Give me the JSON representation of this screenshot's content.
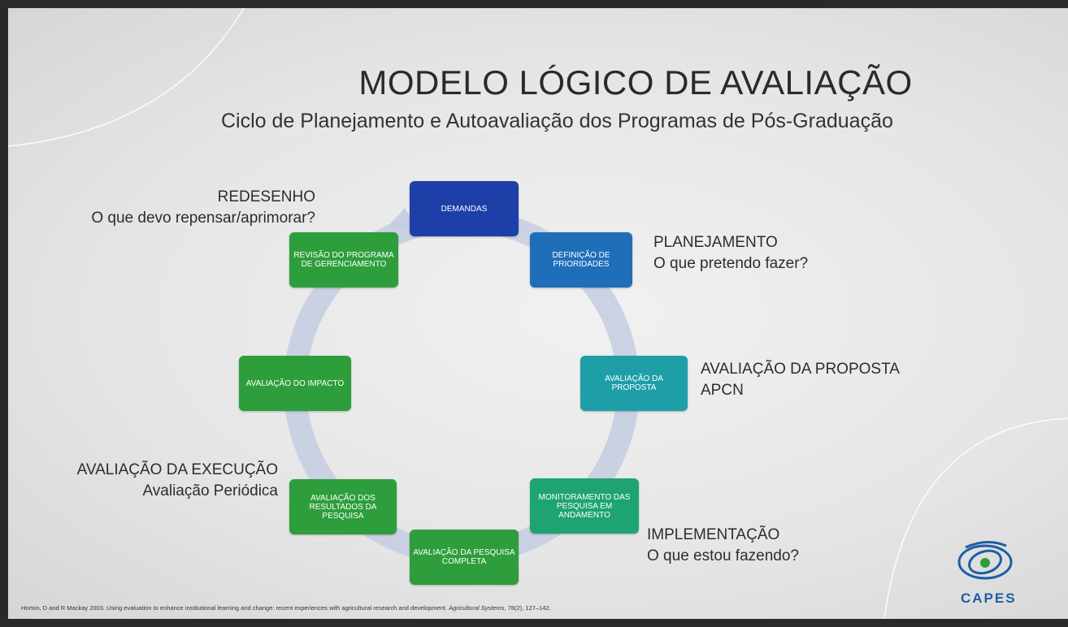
{
  "title": "MODELO LÓGICO DE AVALIAÇÃO",
  "subtitle": "Ciclo de Planejamento e Autoavaliação dos Programas de Pós-Graduação",
  "colors": {
    "demandas": "#1f3fa8",
    "definicao": "#1f6fb8",
    "avaliacao_proposta": "#1e9fa8",
    "monitoramento": "#1ea472",
    "green": "#2e9e3c",
    "arrow": "#c4cde2",
    "logo": "#1d5fa3"
  },
  "cycle_boxes": {
    "demandas": "DEMANDAS",
    "definicao": "DEFINIÇÃO DE PRIORIDADES",
    "avaliacao_proposta": "AVALIAÇÃO DA PROPOSTA",
    "monitoramento": "MONITORAMENTO DAS PESQUISA EM ANDAMENTO",
    "pesquisa_completa": "AVALIAÇÃO DA PESQUISA COMPLETA",
    "resultados": "AVALIAÇÃO DOS RESULTADOS DA PESQUISA",
    "impacto": "AVALIAÇÃO DO IMPACTO",
    "revisao": "REVISÃO DO PROGRAMA DE GERENCIAMENTO"
  },
  "phases": {
    "redesenho": {
      "title": "REDESENHO",
      "question": "O que devo repensar/aprimorar?"
    },
    "planejamento": {
      "title": "PLANEJAMENTO",
      "question": "O que pretendo fazer?"
    },
    "avaliacao_proposta": {
      "title": "AVALIAÇÃO DA PROPOSTA",
      "question": "APCN"
    },
    "avaliacao_execucao": {
      "title": "AVALIAÇÃO DA EXECUÇÃO",
      "question": "Avaliação Periódica"
    },
    "implementacao": {
      "title": "IMPLEMENTAÇÃO",
      "question": "O que estou fazendo?"
    }
  },
  "reference": {
    "text": "Horton, D and R Mackay 2003. Using evaluation to enhance institutional learning and change: recent experiences with agricultural research and development.",
    "journal": "Agricultural Systems,",
    "pages": "78(2), 127–142."
  },
  "logo": {
    "text": "CAPES",
    "icon": "capes-logo-icon"
  }
}
